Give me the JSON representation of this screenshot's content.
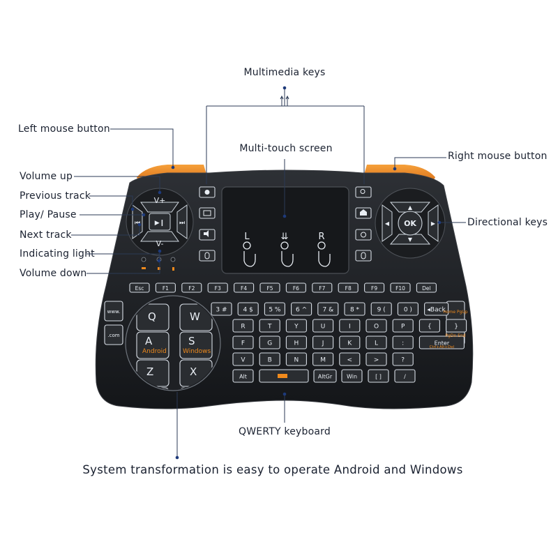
{
  "labels": {
    "multimedia_keys": "Multimedia keys",
    "left_mouse_button": "Left mouse button",
    "multi_touch_screen": "Multi-touch screen",
    "right_mouse_button": "Right mouse button",
    "volume_up": "Volume up",
    "previous_track": "Previous track",
    "play_pause": "Play/ Pause",
    "next_track": "Next track",
    "indicating_light": "Indicating light",
    "volume_down": "Volume down",
    "directional_keys": "Directional keys",
    "qwerty_keyboard": "QWERTY keyboard",
    "caption": "System transformation is easy to operate Android and Windows"
  },
  "device": {
    "dpad_left": {
      "up": "V+",
      "down": "V-",
      "left": "⏮",
      "center": "▶❙",
      "right": "⏭"
    },
    "dpad_right": {
      "center": "OK",
      "up": "▲",
      "down": "▼",
      "left": "◀",
      "right": "▶"
    },
    "touch_labels": [
      "L",
      "⇊",
      "R"
    ],
    "function_row": [
      "Esc",
      "F1",
      "F2",
      "F3",
      "F4",
      "F5",
      "F6",
      "F7",
      "F8",
      "F9",
      "F10",
      "Del"
    ],
    "side_left": [
      "www.",
      ".com"
    ],
    "side_right": [
      "Home PgUp",
      "PgDn End"
    ],
    "row_numbers": [
      "#",
      "$",
      "%",
      "^",
      "&",
      "*",
      "(",
      ")",
      "Back"
    ],
    "row_numbers_digits": [
      "3",
      "4",
      "5",
      "6",
      "7",
      "8",
      "9",
      "0"
    ],
    "row_q": [
      "R",
      "T",
      "Y",
      "U",
      "I",
      "O",
      "P",
      "{",
      "}"
    ],
    "row_a": [
      "F",
      "G",
      "H",
      "J",
      "K",
      "L",
      ":",
      "Enter"
    ],
    "enter_sub": "Ctrl+Alt+Del",
    "row_z": [
      "V",
      "B",
      "N",
      "M",
      "<",
      ">",
      "?"
    ],
    "row_bottom": [
      "Alt",
      "AltGr",
      "Win",
      "[",
      "]",
      "/"
    ],
    "magnifier": {
      "keys": [
        "Q",
        "W",
        "A",
        "S",
        "Z",
        "X"
      ],
      "android": "Android",
      "windows": "Windows"
    }
  },
  "colors": {
    "accent_orange": "#f08a1c",
    "body": "#1f2226",
    "leader": "#2b3a55",
    "dot": "#1e3a7a"
  }
}
